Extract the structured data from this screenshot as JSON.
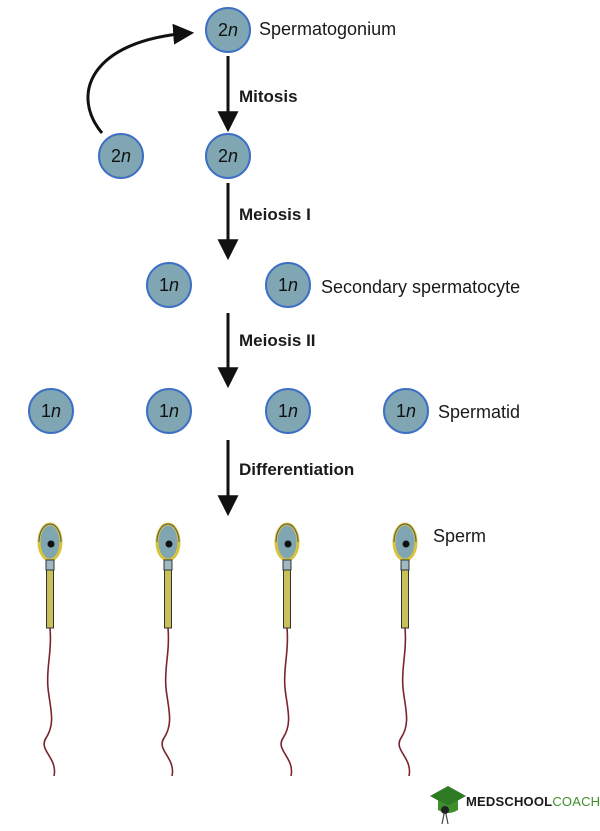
{
  "labels": {
    "spermatogonium": "Spermatogonium",
    "secondary_spermatocyte": "Secondary spermatocyte",
    "spermatid": "Spermatid",
    "sperm": "Sperm"
  },
  "steps": {
    "mitosis": "Mitosis",
    "meiosis1": "Meiosis I",
    "meiosis2": "Meiosis II",
    "differentiation": "Differentiation"
  },
  "ploidy": {
    "diploid_num": "2",
    "haploid_num": "1",
    "n": "n"
  },
  "colors": {
    "cell_fill": "#7fa6b2",
    "cell_border": "#3d6fc4",
    "arrow": "#111111",
    "brand_green": "#3e8e2a"
  },
  "logo": {
    "prefix": "MEDSCHOOL",
    "suffix": "COACH"
  }
}
